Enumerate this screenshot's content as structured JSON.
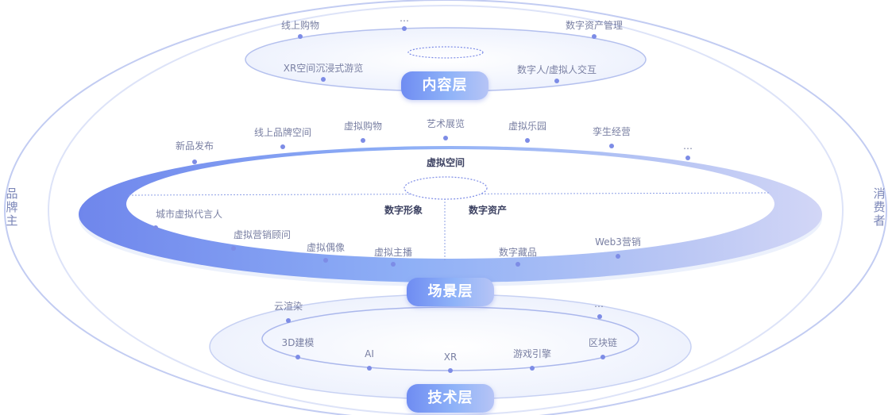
{
  "side_labels": {
    "left": "品牌主",
    "right": "消费者"
  },
  "layers": {
    "content": {
      "badge": "内容层",
      "items": [
        "线上购物",
        "…",
        "数字资产管理",
        "XR空间沉浸式游览",
        "数字人/虚拟人交互"
      ]
    },
    "scene": {
      "badge": "场景层",
      "items_top": [
        "新品发布",
        "线上品牌空间",
        "虚拟购物",
        "艺术展览",
        "虚拟乐园",
        "孪生经营",
        "…"
      ],
      "center_title": "虚拟空间",
      "left_title": "数字形象",
      "right_title": "数字资产",
      "items_left": [
        "城市虚拟代言人",
        "虚拟营销顾问",
        "虚拟偶像",
        "虚拟主播"
      ],
      "items_right": [
        "数字藏品",
        "Web3营销"
      ]
    },
    "tech": {
      "badge": "技术层",
      "items": [
        "云渲染",
        "…",
        "3D建模",
        "AI",
        "XR",
        "游戏引擎",
        "区块链"
      ]
    }
  },
  "colors": {
    "accent": "#7d8ce6",
    "ring_start": "#6f86ec",
    "ring_end": "#d2d6f6",
    "text": "#7a80a3",
    "title_text": "#3d4262"
  }
}
